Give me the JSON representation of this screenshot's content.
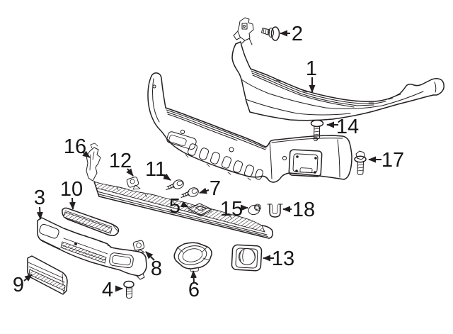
{
  "diagram": {
    "background_color": "#ffffff",
    "line_color": "#231f20",
    "callouts": [
      {
        "number": "1"
      },
      {
        "number": "2"
      },
      {
        "number": "3"
      },
      {
        "number": "4"
      },
      {
        "number": "5"
      },
      {
        "number": "6"
      },
      {
        "number": "7"
      },
      {
        "number": "8"
      },
      {
        "number": "9"
      },
      {
        "number": "10"
      },
      {
        "number": "11"
      },
      {
        "number": "12"
      },
      {
        "number": "13"
      },
      {
        "number": "14"
      },
      {
        "number": "15"
      },
      {
        "number": "16"
      },
      {
        "number": "17"
      },
      {
        "number": "18"
      }
    ]
  }
}
